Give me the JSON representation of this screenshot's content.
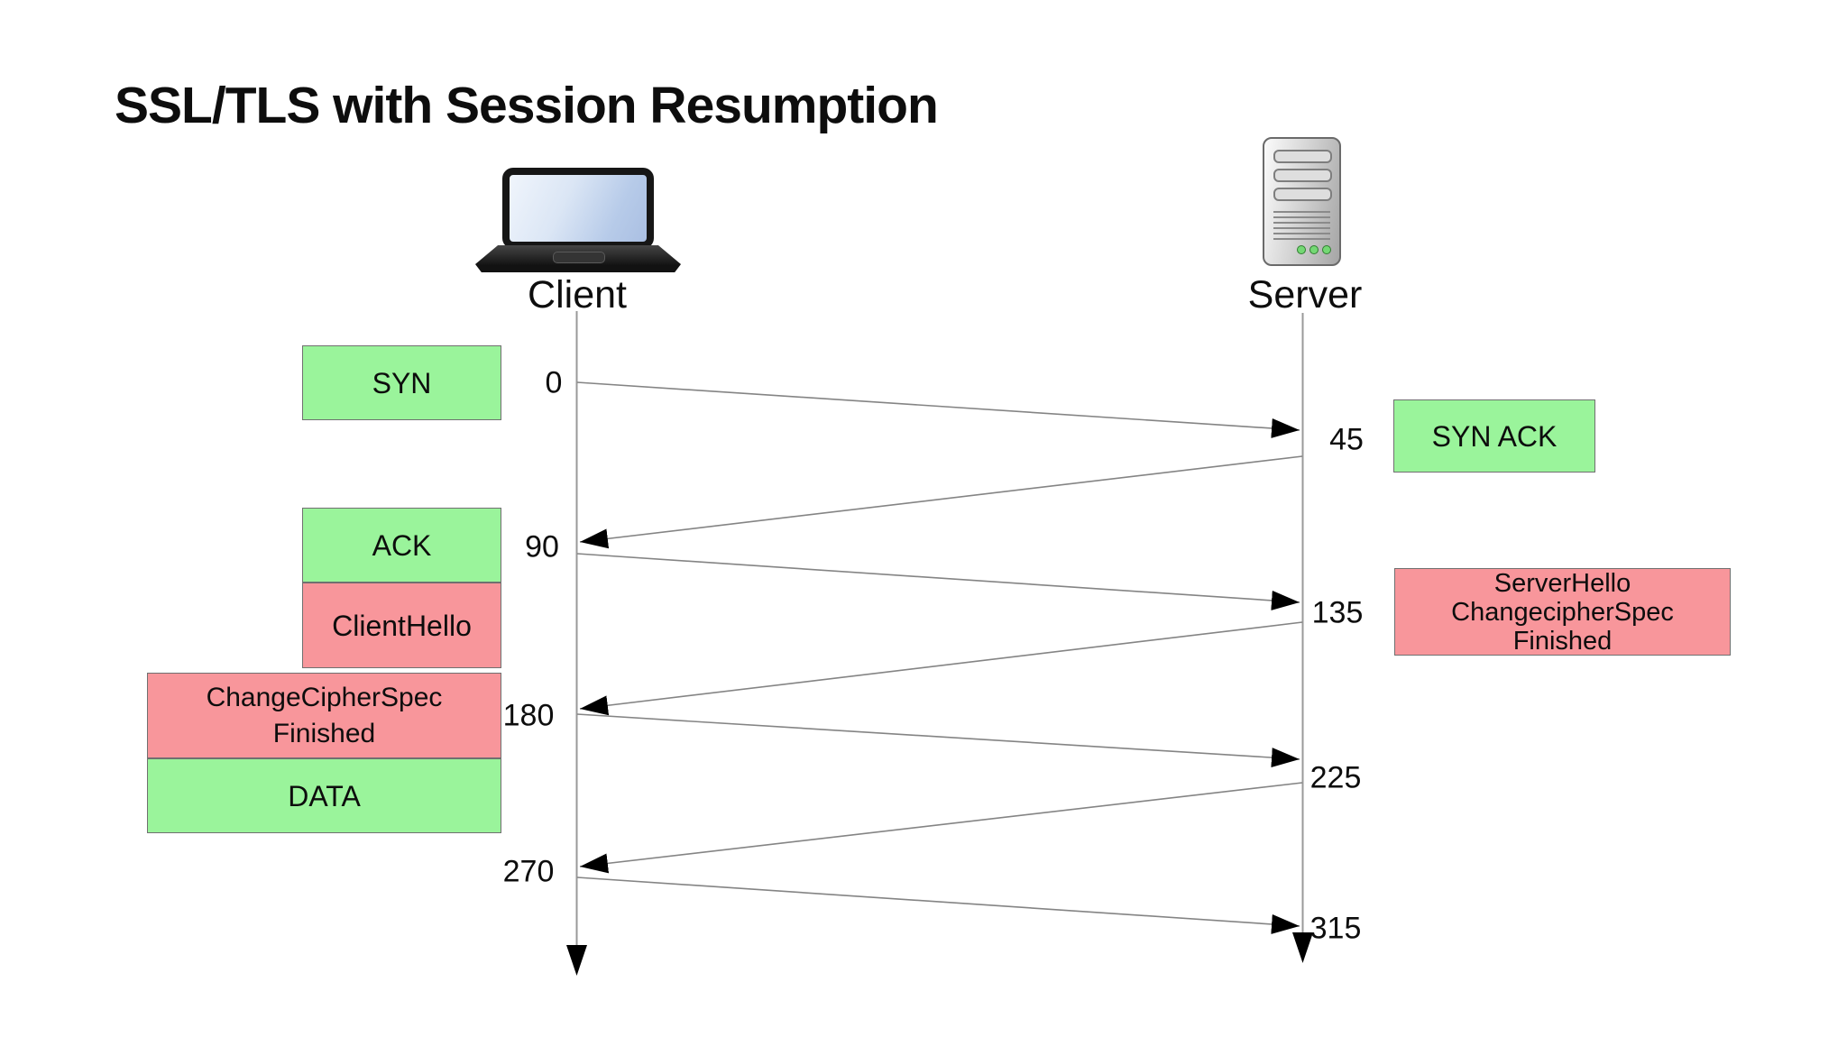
{
  "title": "SSL/TLS with Session Resumption",
  "actors": {
    "client": {
      "label": "Client",
      "icon": "laptop-icon"
    },
    "server": {
      "label": "Server",
      "icon": "server-icon"
    }
  },
  "ticks": {
    "client": [
      "0",
      "90",
      "180",
      "270"
    ],
    "server": [
      "45",
      "135",
      "225",
      "315"
    ]
  },
  "client_boxes": [
    {
      "label": "SYN",
      "type": "green"
    },
    {
      "label": "ACK",
      "type": "green"
    },
    {
      "label": "ClientHello",
      "type": "red"
    },
    {
      "lines": [
        "ChangeCipherSpec",
        "Finished"
      ],
      "type": "red"
    },
    {
      "label": "DATA",
      "type": "green"
    }
  ],
  "server_boxes": [
    {
      "label": "SYN ACK",
      "type": "green"
    },
    {
      "lines": [
        "ServerHello",
        "ChangecipherSpec",
        "Finished"
      ],
      "type": "red"
    }
  ],
  "messages": [
    {
      "from": "client",
      "depart": "0",
      "to": "server",
      "arrive": "45"
    },
    {
      "from": "server",
      "depart": "45",
      "to": "client",
      "arrive": "90"
    },
    {
      "from": "client",
      "depart": "90",
      "to": "server",
      "arrive": "135"
    },
    {
      "from": "server",
      "depart": "135",
      "to": "client",
      "arrive": "180"
    },
    {
      "from": "client",
      "depart": "180",
      "to": "server",
      "arrive": "225"
    },
    {
      "from": "server",
      "depart": "225",
      "to": "client",
      "arrive": "270"
    },
    {
      "from": "client",
      "depart": "270",
      "to": "server",
      "arrive": "315"
    }
  ],
  "colors": {
    "box_green": "#9af49b",
    "box_red": "#f8969b",
    "message_line": "#848484",
    "lifeline": "#999999",
    "arrowhead": "#000000",
    "text": "#0d0d0d"
  }
}
